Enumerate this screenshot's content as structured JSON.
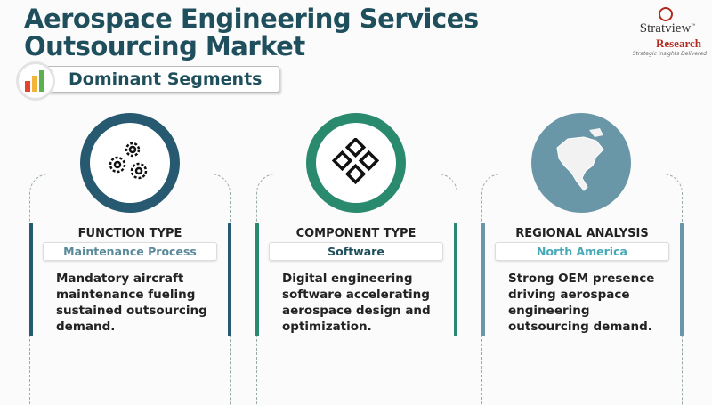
{
  "title": "Aerospace Engineering Services Outsourcing Market",
  "logo": {
    "name": "Stratview",
    "tm": "™",
    "sub": "Research",
    "tagline": "Strategic Insights Delivered"
  },
  "section_label": "Dominant Segments",
  "cards": [
    {
      "heading": "FUNCTION TYPE",
      "value": "Maintenance Process",
      "description": "Mandatory aircraft maintenance fueling sustained outsourcing demand.",
      "icon": "gears-icon",
      "color": "#275a70",
      "value_color": "#5a8a9a"
    },
    {
      "heading": "COMPONENT TYPE",
      "value": "Software",
      "description": "Digital engineering software accelerating aerospace design and optimization.",
      "icon": "diamond-grid-icon",
      "color": "#2a8a6e",
      "value_color": "#1f4f5c"
    },
    {
      "heading": "REGIONAL ANALYSIS",
      "value": "North America",
      "description": "Strong OEM presence driving aerospace engineering outsourcing demand.",
      "icon": "north-america-map-icon",
      "color": "#6a97a8",
      "value_color": "#47a8b8"
    }
  ]
}
